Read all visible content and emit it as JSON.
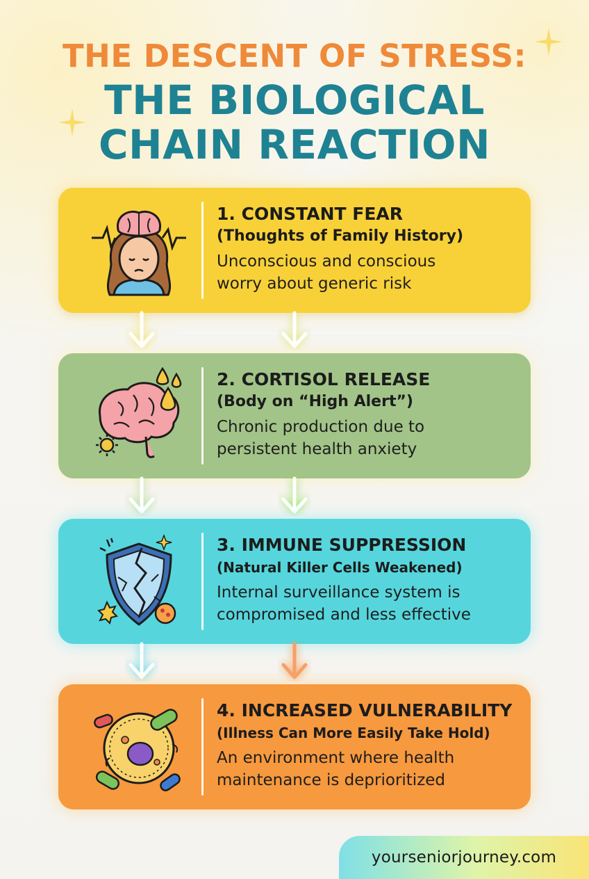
{
  "title": {
    "line1": "THE DESCENT OF STRESS:",
    "line2": "THE BIOLOGICAL",
    "line3": "CHAIN REACTION"
  },
  "steps": [
    {
      "heading": "1. CONSTANT FEAR",
      "subheading": "(Thoughts of Family History)",
      "desc_line1": "Unconscious and conscious",
      "desc_line2": "worry about generic risk",
      "icon": "worried-woman-brain-icon",
      "color": "#f8d138"
    },
    {
      "heading": "2. CORTISOL RELEASE",
      "subheading": "(Body on “High Alert”)",
      "desc_line1": "Chronic production due to",
      "desc_line2": "persistent health anxiety",
      "icon": "brain-hormone-drops-icon",
      "color": "#a2c488"
    },
    {
      "heading": "3. IMMUNE SUPPRESSION",
      "subheading": "(Natural Killer Cells Weakened)",
      "desc_line1": "Internal surveillance system is",
      "desc_line2": "compromised and less effective",
      "icon": "cracked-shield-icon",
      "color": "#56d6dc"
    },
    {
      "heading": "4. INCREASED VULNERABILITY",
      "subheading": "(Illness Can More Easily Take Hold)",
      "desc_line1": "An environment where health",
      "desc_line2": "maintenance is deprioritized",
      "icon": "cell-bacteria-icon",
      "color": "#f7993e"
    }
  ],
  "footer": {
    "website": "yourseniorjourney.com"
  },
  "colors": {
    "title_orange": "#ee8a3a",
    "title_teal": "#1e8293"
  }
}
